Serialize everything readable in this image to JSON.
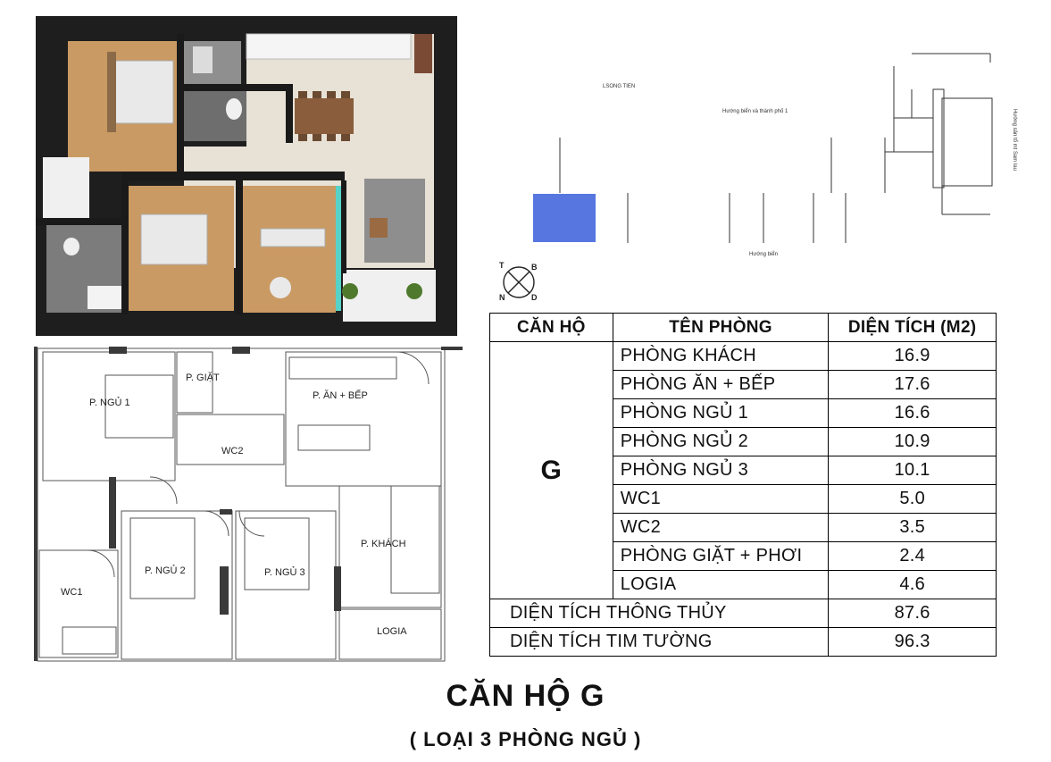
{
  "keyplan": {
    "label_top": "LSONG TIEN",
    "label_mid": "Hướng biển và thành phố 1",
    "label_bottom": "Hướng biển",
    "label_right": "Hướng sân tổ mt Sam lau"
  },
  "compass": {
    "t": "T",
    "b": "B",
    "n": "N",
    "d": "D"
  },
  "table": {
    "headers": [
      "CĂN HỘ",
      "TÊN PHÒNG",
      "DIỆN TÍCH (M2)"
    ],
    "unit": "G",
    "rows": [
      {
        "name": "PHÒNG KHÁCH",
        "area": "16.9"
      },
      {
        "name": "PHÒNG ĂN + BẾP",
        "area": "17.6"
      },
      {
        "name": "PHÒNG NGỦ 1",
        "area": "16.6"
      },
      {
        "name": "PHÒNG NGỦ 2",
        "area": "10.9"
      },
      {
        "name": "PHÒNG NGỦ 3",
        "area": "10.1"
      },
      {
        "name": "WC1",
        "area": "5.0"
      },
      {
        "name": "WC2",
        "area": "3.5"
      },
      {
        "name": "PHÒNG GIẶT + PHƠI",
        "area": "2.4"
      },
      {
        "name": "LOGIA",
        "area": "4.6"
      }
    ],
    "totals": [
      {
        "label": "DIỆN TÍCH THÔNG THỦY",
        "area": "87.6"
      },
      {
        "label": "DIỆN TÍCH TIM TƯỜNG",
        "area": "96.3"
      }
    ]
  },
  "plan_labels": {
    "ngu1": "P. NGỦ 1",
    "giat": "P. GIẶT",
    "an_bep": "P. ĂN + BẾP",
    "wc2": "WC2",
    "ngu2": "P. NGỦ 2",
    "ngu3": "P. NGỦ 3",
    "khach": "P. KHÁCH",
    "wc1": "WC1",
    "logia": "LOGIA"
  },
  "title": "CĂN HỘ G",
  "subtitle": "( LOẠI 3 PHÒNG NGỦ )",
  "colors": {
    "wall": "#1a1a1a",
    "wood": "#c99a63",
    "tile": "#e7e1d6",
    "highlight": "#5776e0"
  }
}
